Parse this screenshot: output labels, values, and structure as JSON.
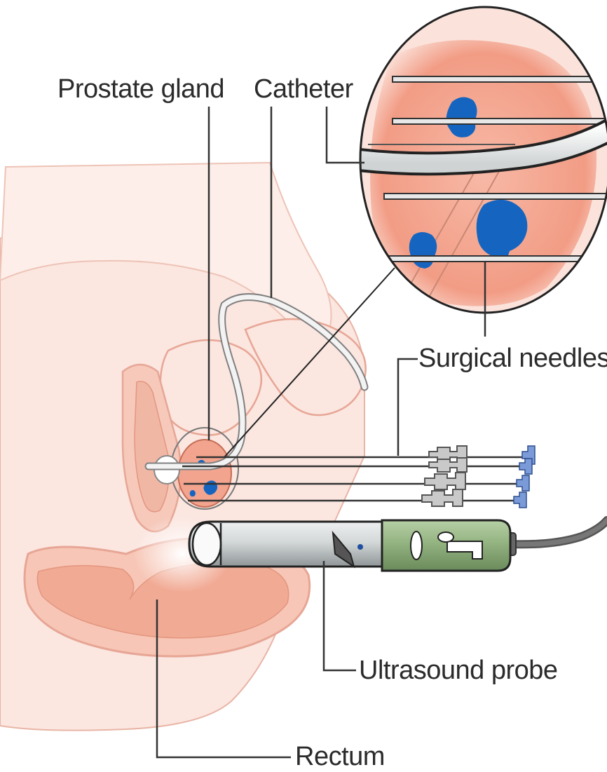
{
  "labels": {
    "prostate_gland": "Prostate gland",
    "catheter": "Catheter",
    "surgical_needles": "Surgical needles",
    "ultrasound_probe": "Ultrasound probe",
    "rectum": "Rectum"
  },
  "colors": {
    "skin_light": "#fbe6e0",
    "tissue_outline": "#e7a695",
    "prostate_fill": "#f2a48e",
    "tumor_blue": "#1565c0",
    "needle_tip_blue": "#7b9bd8",
    "probe_green": "#8fb07d",
    "probe_steel": "#c7cbcc",
    "connector_grey": "#c9c9c9",
    "leader_line": "#333333"
  }
}
